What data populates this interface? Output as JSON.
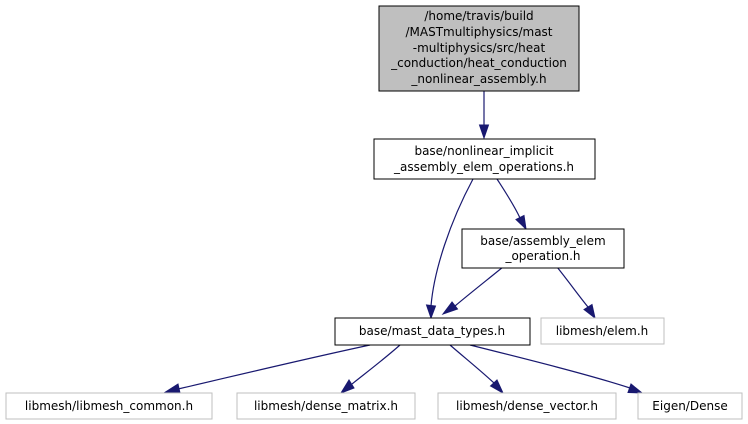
{
  "colors": {
    "edge": "#191970",
    "focus_fill": "#bfbfbf",
    "node_border": "#000000",
    "external_border": "#bfbfbf",
    "background": "#ffffff"
  },
  "nodes": {
    "root": {
      "lines": [
        "/home/travis/build",
        "/MASTmultiphysics/mast",
        "-multiphysics/src/heat",
        "_conduction/heat_conduction",
        "_nonlinear_assembly.h"
      ]
    },
    "nonlinear_ops": {
      "lines": [
        "base/nonlinear_implicit",
        "_assembly_elem_operations.h"
      ]
    },
    "assembly_elem": {
      "lines": [
        "base/assembly_elem",
        "_operation.h"
      ]
    },
    "mast_types": {
      "lines": [
        "base/mast_data_types.h"
      ]
    },
    "libmesh_elem": {
      "lines": [
        "libmesh/elem.h"
      ]
    },
    "libmesh_common": {
      "lines": [
        "libmesh/libmesh_common.h"
      ]
    },
    "dense_matrix": {
      "lines": [
        "libmesh/dense_matrix.h"
      ]
    },
    "dense_vector": {
      "lines": [
        "libmesh/dense_vector.h"
      ]
    },
    "eigen_dense": {
      "lines": [
        "Eigen/Dense"
      ]
    }
  },
  "edges": [
    [
      "root",
      "nonlinear_ops"
    ],
    [
      "nonlinear_ops",
      "assembly_elem"
    ],
    [
      "nonlinear_ops",
      "mast_types"
    ],
    [
      "assembly_elem",
      "mast_types"
    ],
    [
      "assembly_elem",
      "libmesh_elem"
    ],
    [
      "mast_types",
      "libmesh_common"
    ],
    [
      "mast_types",
      "dense_matrix"
    ],
    [
      "mast_types",
      "dense_vector"
    ],
    [
      "mast_types",
      "eigen_dense"
    ]
  ]
}
